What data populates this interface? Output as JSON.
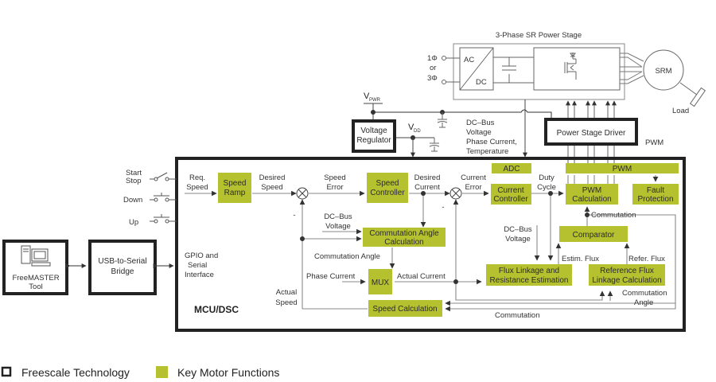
{
  "colors": {
    "key_motor_function": "#b5c12e",
    "freescale_border": "#222222",
    "wire": "#8a8a8a"
  },
  "power_stage": {
    "title": "3-Phase SR Power Stage",
    "input_1": "1Φ",
    "input_or": "or",
    "input_3": "3Φ",
    "ac": "AC",
    "dc": "DC",
    "motor": "SRM",
    "load": "Load"
  },
  "supply": {
    "vpwr": "V",
    "vpwr_sub": "PWR",
    "vdd": "V",
    "vdd_sub": "DD",
    "regulator_line1": "Voltage",
    "regulator_line2": "Regulator",
    "feedback_lines": [
      "DC–Bus",
      "Voltage",
      "Phase Current,",
      "Temperature"
    ]
  },
  "driver": {
    "label": "Power Stage Driver",
    "pwm_label": "PWM"
  },
  "switches": {
    "start_stop_1": "Start",
    "start_stop_2": "Stop",
    "down": "Down",
    "up": "Up"
  },
  "host": {
    "freemaster_1": "FreeMASTER",
    "freemaster_2": "Tool",
    "bridge_1": "USB-to-Serial",
    "bridge_2": "Bridge"
  },
  "mcu": {
    "name": "MCU/DSC",
    "gpio_lines": [
      "GPIO and",
      "Serial",
      "Interface"
    ]
  },
  "blocks": {
    "speed_ramp": [
      "Speed",
      "Ramp"
    ],
    "speed_controller": [
      "Speed",
      "Controller"
    ],
    "current_controller": [
      "Current",
      "Controller"
    ],
    "adc": [
      "ADC"
    ],
    "pwm": [
      "PWM"
    ],
    "pwm_calc": [
      "PWM",
      "Calculation"
    ],
    "fault": [
      "Fault",
      "Protection"
    ],
    "commutation_angle": [
      "Commutation Angle",
      "Calculation"
    ],
    "comparator": [
      "Comparator"
    ],
    "mux": [
      "MUX"
    ],
    "flux_est": [
      "Flux Linkage and",
      "Resistance Estimation"
    ],
    "ref_flux": [
      "Reference Flux",
      "Linkage Calculation"
    ],
    "speed_calc": [
      "Speed Calculation"
    ]
  },
  "signals": {
    "req_speed": [
      "Req.",
      "Speed"
    ],
    "desired_speed": [
      "Desired",
      "Speed"
    ],
    "speed_error": [
      "Speed",
      "Error"
    ],
    "desired_current": [
      "Desired",
      "Current"
    ],
    "current_error": [
      "Current",
      "Error"
    ],
    "duty_cycle": [
      "Duty",
      "Cycle"
    ],
    "dcbus_1": [
      "DC–Bus",
      "Voltage"
    ],
    "dcbus_2": [
      "DC–Bus",
      "Voltage"
    ],
    "commutation_angle": "Commutation Angle",
    "phase_current": "Phase Current",
    "actual_current": "Actual Current",
    "actual_speed": [
      "Actual",
      "Speed"
    ],
    "commutation_top": "Commutation",
    "commutation_bottom": "Commutation",
    "estim_flux": "Estim. Flux",
    "refer_flux": "Refer. Flux",
    "commutation_angle_in": [
      "Commutation",
      "Angle"
    ],
    "minus_1": "-",
    "minus_2": "-"
  },
  "legend": {
    "freescale": "Freescale Technology",
    "key_motor": "Key Motor Functions"
  }
}
